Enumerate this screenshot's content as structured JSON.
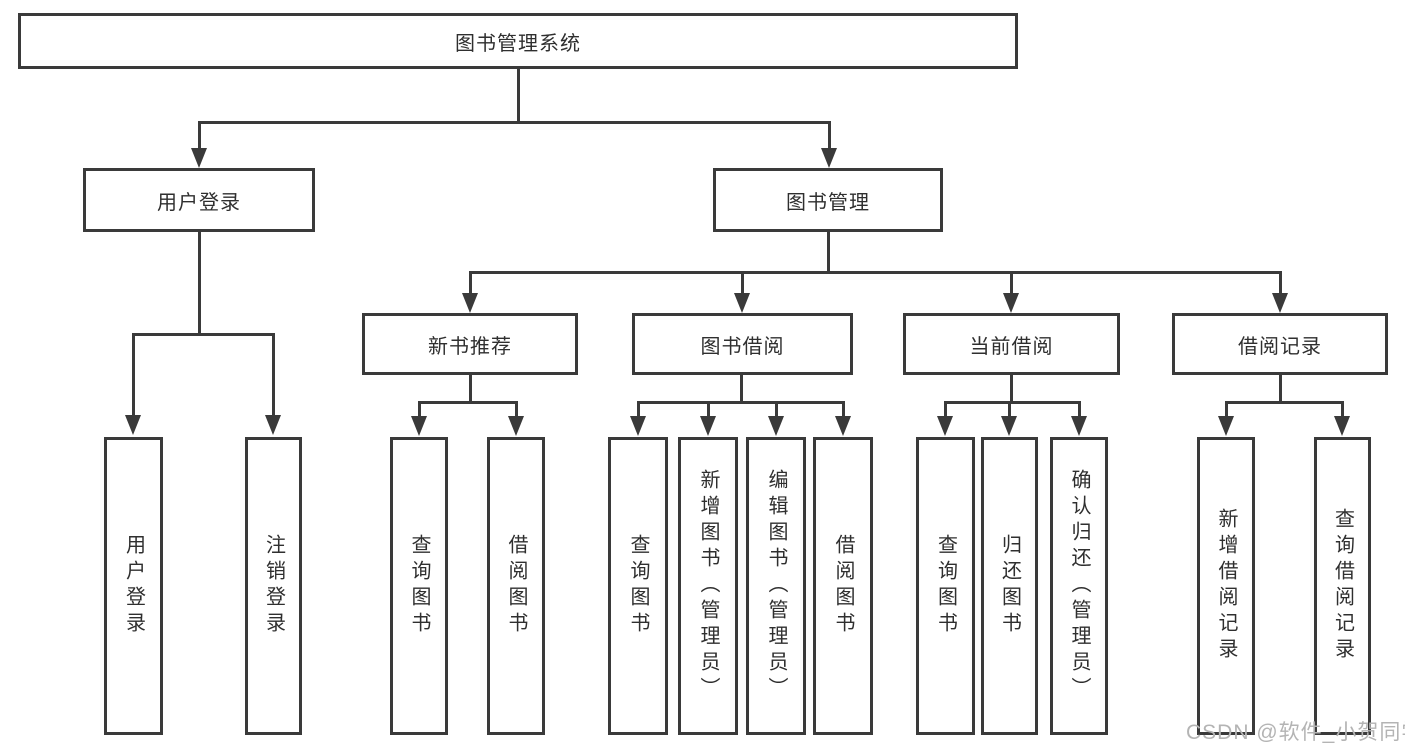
{
  "diagram_title": "图书管理系统",
  "tree": {
    "label": "图书管理系统",
    "children": [
      {
        "label": "用户登录",
        "children": [
          {
            "label": "用户登录"
          },
          {
            "label": "注销登录"
          }
        ]
      },
      {
        "label": "图书管理",
        "children": [
          {
            "label": "新书推荐",
            "children": [
              {
                "label": "查询图书"
              },
              {
                "label": "借阅图书"
              }
            ]
          },
          {
            "label": "图书借阅",
            "children": [
              {
                "label": "查询图书"
              },
              {
                "label": "新增图书（管理员）"
              },
              {
                "label": "编辑图书（管理员）"
              },
              {
                "label": "借阅图书"
              }
            ]
          },
          {
            "label": "当前借阅",
            "children": [
              {
                "label": "查询图书"
              },
              {
                "label": "归还图书"
              },
              {
                "label": "确认归还（管理员）"
              }
            ]
          },
          {
            "label": "借阅记录",
            "children": [
              {
                "label": "新增借阅记录"
              },
              {
                "label": "查询借阅记录"
              }
            ]
          }
        ]
      }
    ]
  },
  "watermark": "CSDN @软件_小贺同学",
  "colors": {
    "line": "#3a3a3a",
    "text": "#2f2f2f",
    "watermark": "#b4b4b4",
    "background": "#ffffff"
  }
}
